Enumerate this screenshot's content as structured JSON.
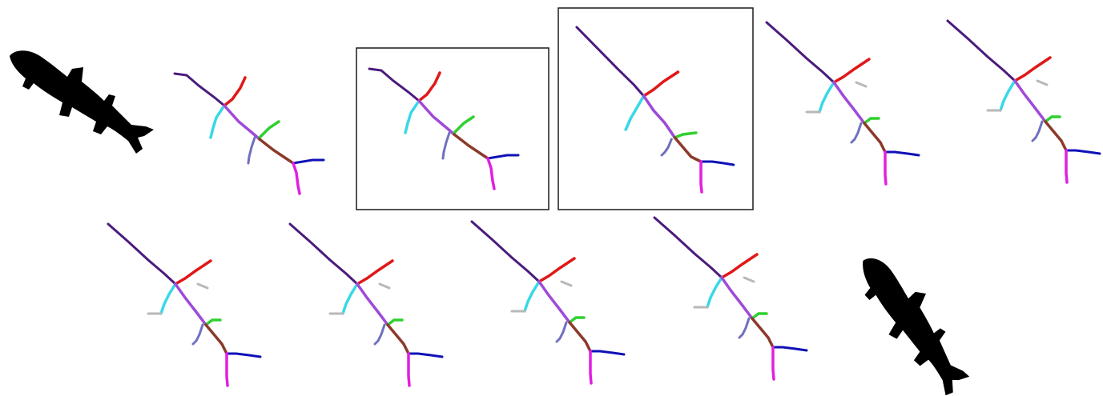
{
  "figure": {
    "background": "#ffffff",
    "silhouette_color": "#000000",
    "frame_color": "#1a1a1a",
    "panel_count": 12,
    "highlighted_panels": [
      3,
      4
    ],
    "source_silhouette": "fish-silhouette-start",
    "target_silhouette": "fish-silhouette-end"
  },
  "skeleton_bones": [
    {
      "name": "head-spine",
      "color": "#4b1b7d"
    },
    {
      "name": "dorsal-fin",
      "color": "#e01818"
    },
    {
      "name": "pectoral-fin",
      "color": "#38d8e8"
    },
    {
      "name": "body-spine",
      "color": "#a04ad8"
    },
    {
      "name": "dorsal-fin-rear",
      "color": "#30d030"
    },
    {
      "name": "pelvic-fin",
      "color": "#7070c0"
    },
    {
      "name": "tail-spine",
      "color": "#8b3a2a"
    },
    {
      "name": "tail-fin-upper",
      "color": "#1010b8"
    },
    {
      "name": "tail-fin-lower",
      "color": "#e020e0"
    },
    {
      "name": "guide-stroke",
      "color": "#b8b8b8"
    }
  ]
}
